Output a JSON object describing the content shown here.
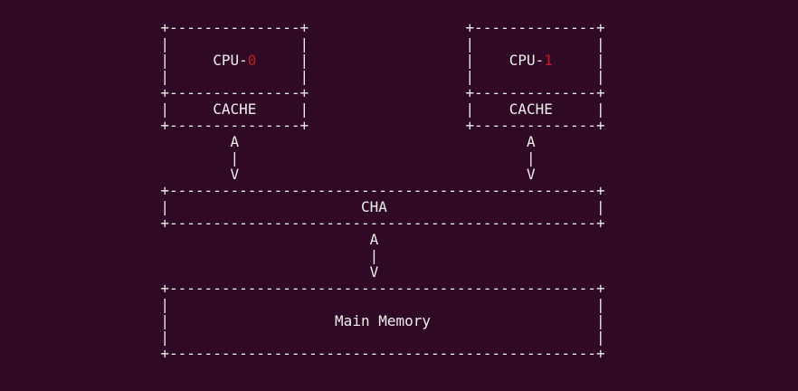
{
  "terminal": {
    "colors": {
      "background": "#300a24",
      "foreground": "#eeeeec",
      "red": "#c01c28"
    },
    "diagram_labels": {
      "cpu0": "CPU-0",
      "cpu1": "CPU-1",
      "cache": "CACHE",
      "cha": "CHA",
      "main_memory": "Main Memory",
      "arrow_up_char": "A",
      "arrow_shaft_char": "|",
      "arrow_down_char": "V"
    },
    "lines": [
      [],
      [
        [
          "                  +---------------+                  +--------------+",
          "fg"
        ]
      ],
      [
        [
          "                  |               |                  |              |",
          "fg"
        ]
      ],
      [
        [
          "                  |     CPU-",
          "fg"
        ],
        [
          "0",
          "red"
        ],
        [
          "     |                  |    CPU-",
          "fg"
        ],
        [
          "1",
          "red"
        ],
        [
          "     |",
          "fg"
        ]
      ],
      [
        [
          "                  |               |                  |              |",
          "fg"
        ]
      ],
      [
        [
          "                  +---------------+                  +--------------+",
          "fg"
        ]
      ],
      [
        [
          "                  |     CACHE     |                  |    CACHE     |",
          "fg"
        ]
      ],
      [
        [
          "                  +---------------+                  +--------------+",
          "fg"
        ]
      ],
      [
        [
          "                          A                                 A",
          "fg"
        ]
      ],
      [
        [
          "                          |                                 |",
          "fg"
        ]
      ],
      [
        [
          "                          V                                 V",
          "fg"
        ]
      ],
      [
        [
          "                  +-------------------------------------------------+",
          "fg"
        ]
      ],
      [
        [
          "                  |                      CHA                        |",
          "fg"
        ]
      ],
      [
        [
          "                  +-------------------------------------------------+",
          "fg"
        ]
      ],
      [
        [
          "                                          A",
          "fg"
        ]
      ],
      [
        [
          "                                          |",
          "fg"
        ]
      ],
      [
        [
          "                                          V",
          "fg"
        ]
      ],
      [
        [
          "                  +-------------------------------------------------+",
          "fg"
        ]
      ],
      [
        [
          "                  |                                                 |",
          "fg"
        ]
      ],
      [
        [
          "                  |                   Main Memory                   |",
          "fg"
        ]
      ],
      [
        [
          "                  |                                                 |",
          "fg"
        ]
      ],
      [
        [
          "                  +-------------------------------------------------+",
          "fg"
        ]
      ]
    ]
  }
}
